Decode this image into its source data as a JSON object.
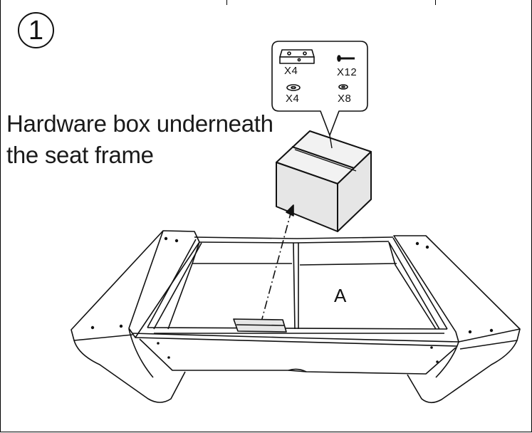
{
  "step": {
    "number": "1"
  },
  "caption": {
    "line1": "Hardware box underneath",
    "line2": "the seat frame"
  },
  "part_label": "A",
  "hardware": [
    {
      "name": "bracket-plate",
      "qty": "X4"
    },
    {
      "name": "bolt",
      "qty": "X12"
    },
    {
      "name": "washer-large",
      "qty": "X4"
    },
    {
      "name": "washer-small",
      "qty": "X8"
    }
  ],
  "colors": {
    "box_fill": "#e6e6e6",
    "line": "#111111"
  }
}
